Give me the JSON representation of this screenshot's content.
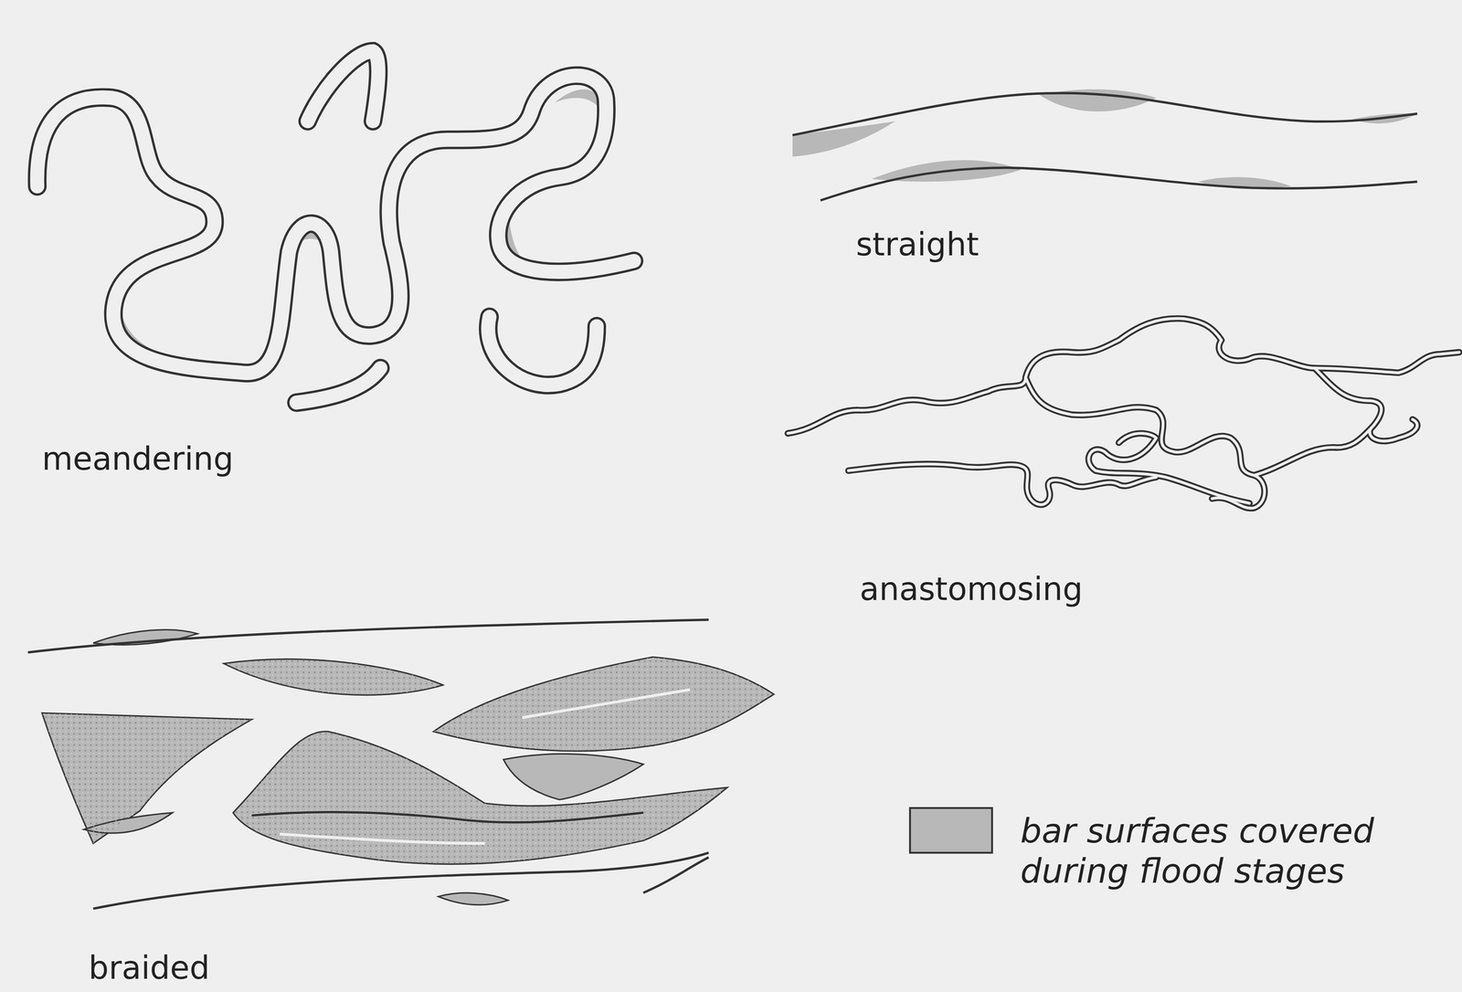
{
  "diagram": {
    "labels": [
      "meandering",
      "straight",
      "anastomosing",
      "braided"
    ],
    "legend": [
      {
        "text": "bar surfaces covered during flood stages",
        "color": "#b8b8b8"
      }
    ]
  }
}
